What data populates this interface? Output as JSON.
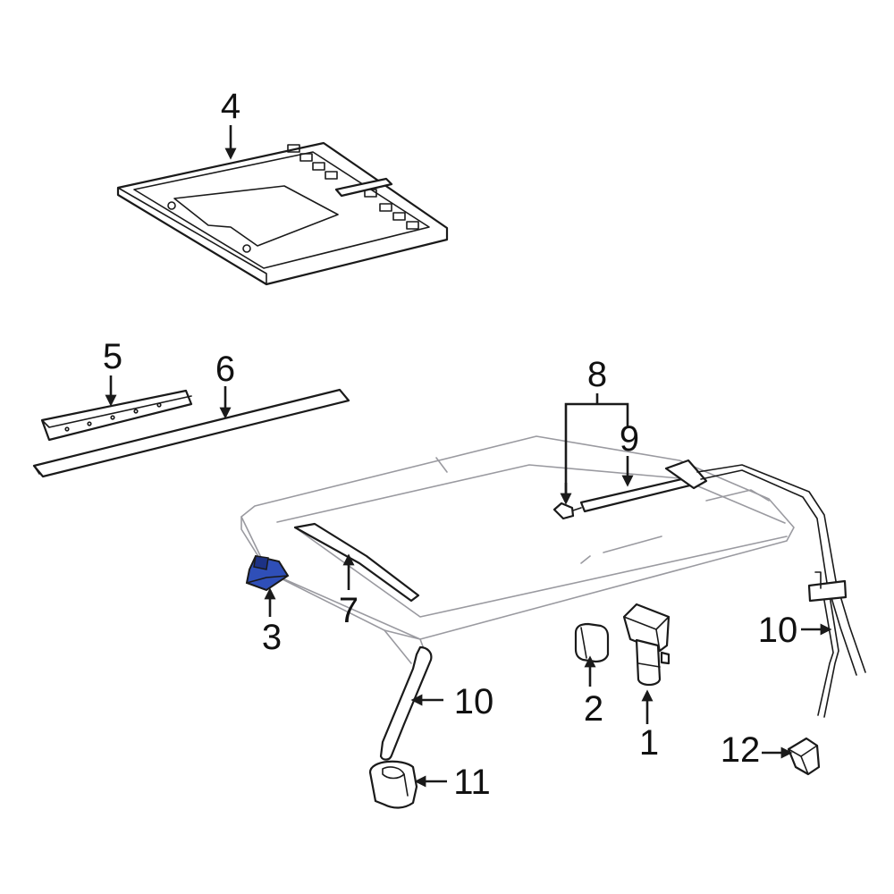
{
  "colors": {
    "highlight": "#2f4fb8",
    "highlight_dark": "#1d3285",
    "line": "#1a1a1a",
    "ghost": "#9a9aa0"
  },
  "callouts": {
    "c1": "1",
    "c2": "2",
    "c3": "3",
    "c4": "4",
    "c5": "5",
    "c6": "6",
    "c7": "7",
    "c8": "8",
    "c9": "9",
    "c10_left": "10",
    "c10_right": "10",
    "c11": "11",
    "c12": "12"
  }
}
